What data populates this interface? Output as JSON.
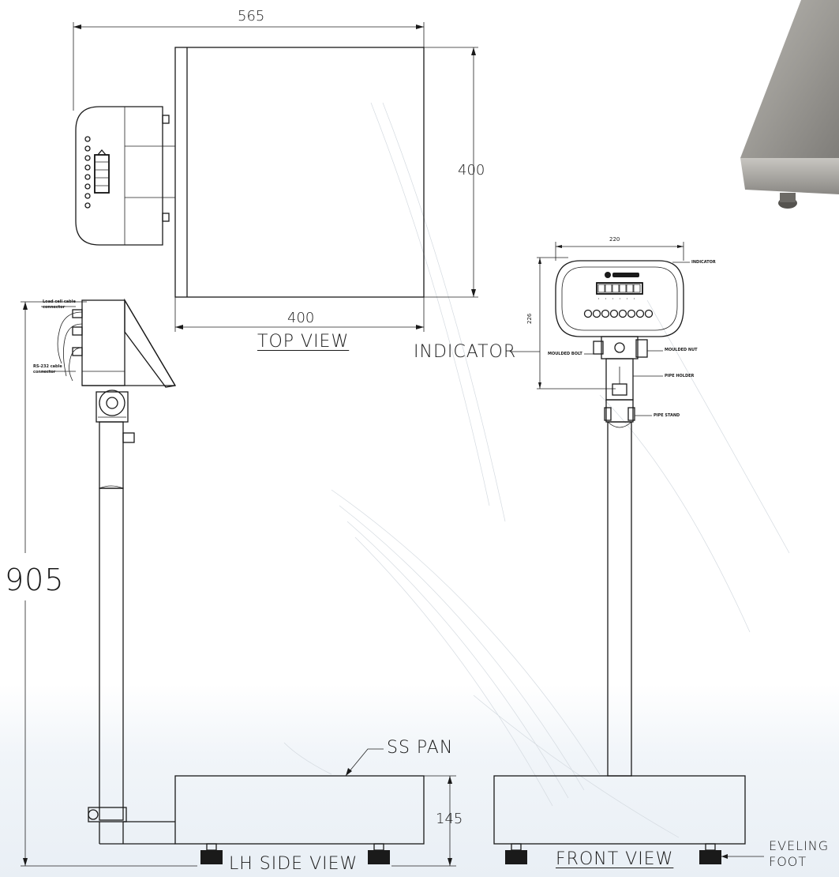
{
  "views": {
    "top_view": "TOP VIEW",
    "side_view": "LH SIDE VIEW",
    "front_view": "FRONT VIEW"
  },
  "dimensions": {
    "top_width": "565",
    "pan_depth": "400",
    "pan_width": "400",
    "total_height": "905",
    "pan_height": "145",
    "indicator_width": "220",
    "indicator_height": "226"
  },
  "callouts": {
    "indicator_main": "INDICATOR",
    "indicator_small": "INDICATOR",
    "moulded_bolt": "MOULDED BOLT",
    "moulded_nut": "MOULDED NUT",
    "pipe_holder": "PIPE HOLDER",
    "pipe_stand": "PIPE STAND",
    "ss_pan": "SS PAN",
    "leveling_foot_line1": "EVELING",
    "leveling_foot_line2": "FOOT",
    "load_cell_connector_1": "Load cell cable",
    "load_cell_connector_2": "connector",
    "rs232_connector_1": "RS-232 cable",
    "rs232_connector_2": "connector"
  },
  "colors": {
    "ink": "#1a1a1a",
    "background": "#ffffff",
    "photo_steel": "#9a9893"
  }
}
